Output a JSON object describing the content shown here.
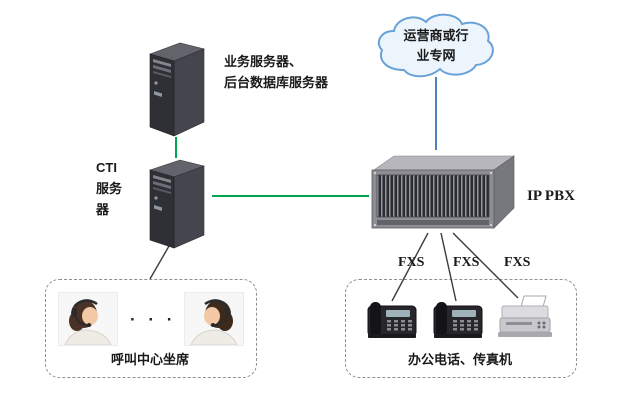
{
  "labels": {
    "app_server_line1": "业务服务器、",
    "app_server_line2": "后台数据库服务器",
    "cloud_line1": "运营商或行",
    "cloud_line2": "业专网",
    "cti_line1": "CTI",
    "cti_line2": "服务",
    "cti_line3": "器",
    "ippbx": "IP PBX",
    "fxs_1": "FXS",
    "fxs_2": "FXS",
    "fxs_3": "FXS",
    "call_center_group": "呼叫中心坐席",
    "office_group": "办公电话、传真机",
    "ellipsis": "· · ·"
  },
  "icons": {
    "app_server": "server-tower-icon",
    "cti_server": "server-tower-icon",
    "cloud": "network-cloud-icon",
    "ippbx": "pbx-chassis-icon",
    "agent_left": "call-agent-photo",
    "agent_right": "call-agent-photo",
    "phone_1": "desk-phone-icon",
    "phone_2": "desk-phone-icon",
    "fax": "fax-machine-icon"
  },
  "colors": {
    "link_green": "#00a54f",
    "link_blue": "#4f81bd",
    "link_dark": "#3c3c3c",
    "cloud_fill": "#ecf5fc",
    "cloud_stroke": "#6aa2d8",
    "group_box_border": "#8f8f8f",
    "label_text": "#1a1a1a"
  }
}
